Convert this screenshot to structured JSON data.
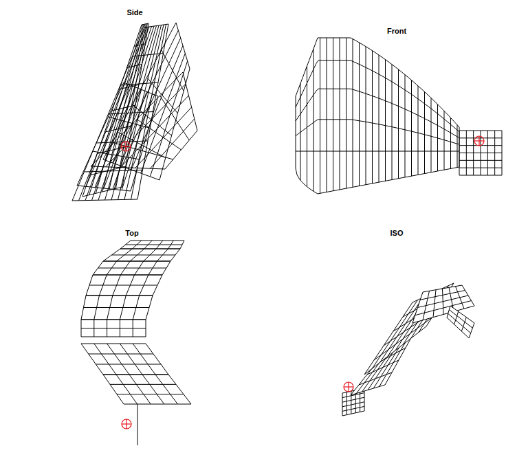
{
  "diagram": {
    "labels": [
      "Side",
      "Front",
      "Top",
      "ISO"
    ]
  }
}
